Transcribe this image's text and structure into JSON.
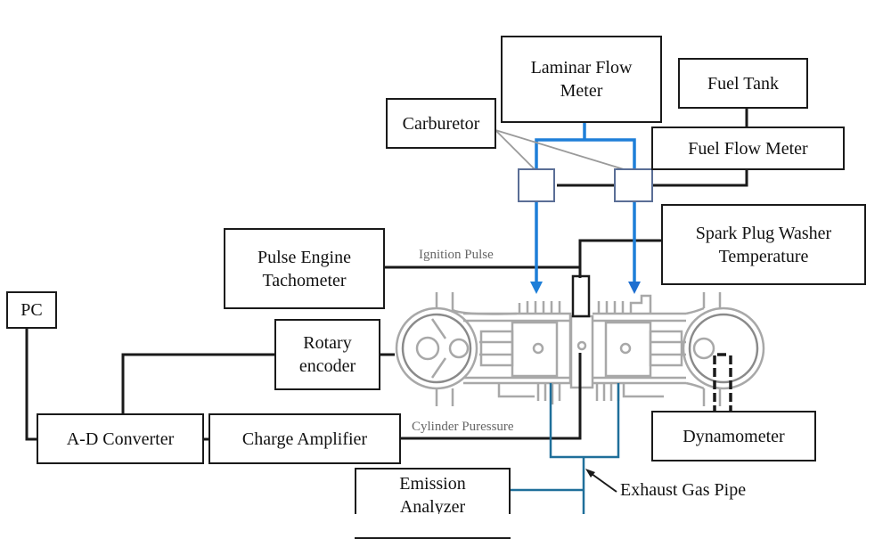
{
  "diagram": {
    "type": "engine-test-setup-schematic",
    "colors": {
      "line": "#1a1a1a",
      "air_flow": "#1e7fd8",
      "exhaust": "#1f6f9a",
      "engine_outline": "#a8a8a8",
      "carburetor_outline": "#5a6e96"
    },
    "boxes": {
      "laminar_flow_meter": "Laminar Flow\nMeter",
      "fuel_tank": "Fuel Tank",
      "carburetor": "Carburetor",
      "fuel_flow_meter": "Fuel Flow Meter",
      "spark_plug_washer_temperature": "Spark Plug Washer\nTemperature",
      "pulse_engine_tachometer": "Pulse Engine\nTachometer",
      "pc": "PC",
      "rotary_encoder": "Rotary\nencoder",
      "ad_converter": "A-D Converter",
      "charge_amplifier": "Charge Amplifier",
      "dynamometer": "Dynamometer",
      "emission_analyzer": "Emission\nAnalyzer"
    },
    "labels": {
      "ignition_pulse": "Ignition Pulse",
      "cylinder_pressure": "Cylinder Puressure",
      "exhaust_gas_pipe": "Exhaust Gas Pipe"
    }
  }
}
